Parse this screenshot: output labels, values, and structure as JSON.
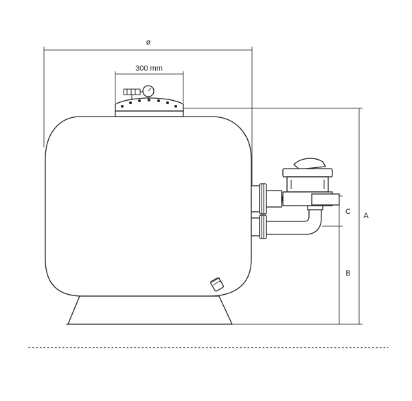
{
  "labels": {
    "diameter": "ø",
    "lid_width": "300 mm",
    "dim_a": "A",
    "dim_b": "B",
    "dim_c": "C"
  }
}
